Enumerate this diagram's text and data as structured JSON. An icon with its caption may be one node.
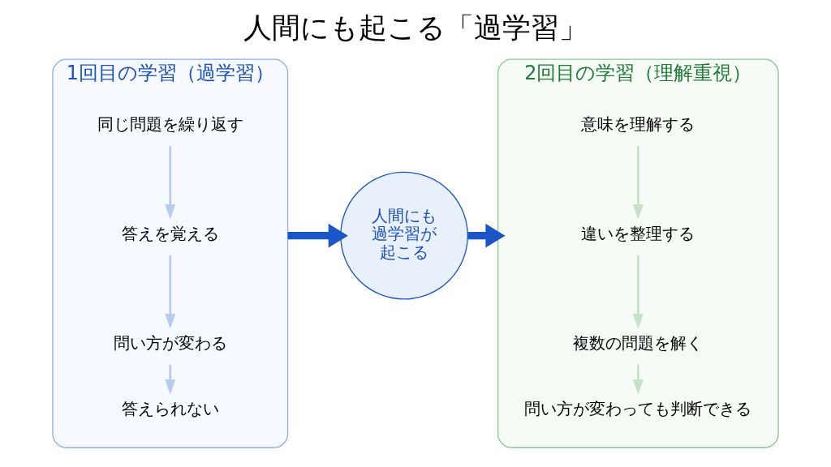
{
  "diagram": {
    "title": "人間にも起こる「過学習」",
    "nodes": [
      {
        "text": [
          "1回目の学習（過学習）"
        ]
      },
      {
        "text": [
          "同じ問題を繰り返す"
        ],
        "in": 0
      },
      {
        "text": [
          "答えを覚える"
        ],
        "in": 0
      },
      {
        "text": [
          "問い方が変わる"
        ],
        "in": 0
      },
      {
        "text": [
          "答えられない"
        ],
        "in": 0
      },
      {
        "text": [
          "人間にも過学習が起こる"
        ]
      },
      {
        "text": [
          "2回目の学習（理解重視）"
        ]
      },
      {
        "text": [
          "意味を理解する"
        ],
        "in": 6
      },
      {
        "text": [
          "違いを整理する"
        ],
        "in": 6
      },
      {
        "text": [
          "複数の問題を解く"
        ],
        "in": 6
      },
      {
        "text": [
          "問い方が変わっても判断できる"
        ],
        "in": 6
      }
    ],
    "edges": [
      {
        "from": 1,
        "to": 2,
        "arrow": "to",
        "color": "#b8ccf0"
      },
      {
        "from": 2,
        "to": 3,
        "arrow": "to",
        "color": "#b8ccf0"
      },
      {
        "from": 3,
        "to": 4,
        "arrow": "to",
        "color": "#b8ccf0"
      },
      {
        "from": 0,
        "to": 5,
        "arrow": "to",
        "style": "thick",
        "color": "#1a56c8"
      },
      {
        "from": 5,
        "to": 6,
        "arrow": "to",
        "style": "thick",
        "color": "#1a56c8"
      },
      {
        "from": 7,
        "to": 8,
        "arrow": "to",
        "color": "#c4e2c8"
      },
      {
        "from": 8,
        "to": 9,
        "arrow": "to",
        "color": "#c4e2c8"
      },
      {
        "from": 9,
        "to": 10,
        "arrow": "to",
        "color": "#c4e2c8"
      }
    ]
  }
}
